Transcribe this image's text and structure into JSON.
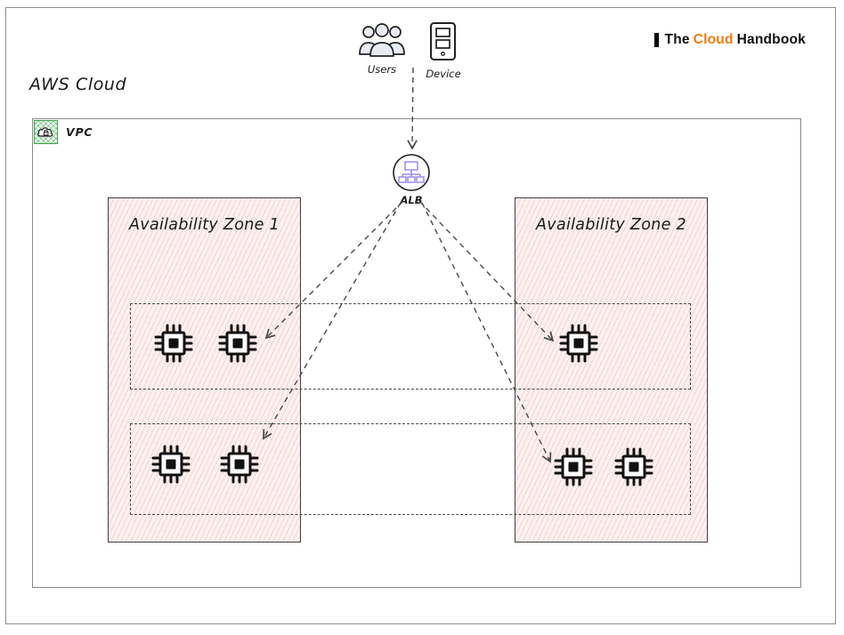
{
  "brand": {
    "prefix": "The",
    "highlight": "Cloud",
    "suffix": "Handbook",
    "highlight_color": "#f4790b"
  },
  "cloud": {
    "title": "AWS Cloud"
  },
  "vpc": {
    "label": "VPC",
    "icon_color": "#3aa64c"
  },
  "actors": {
    "users": {
      "label": "Users"
    },
    "device": {
      "label": "Device"
    }
  },
  "load_balancer": {
    "label": "ALB",
    "icon_color": "#9c8cf0"
  },
  "zones": [
    {
      "label": "Availability Zone 1"
    },
    {
      "label": "Availability Zone 2"
    }
  ],
  "subnet_rows": [
    {
      "position": "top",
      "az1_instance_count": 2,
      "az2_instance_count": 1
    },
    {
      "position": "bottom",
      "az1_instance_count": 2,
      "az2_instance_count": 2
    }
  ],
  "connections": {
    "users_device_to": "ALB",
    "alb_targets": [
      "az1-top-instances",
      "az1-bottom-instances",
      "az2-top-instances",
      "az2-bottom-instances"
    ],
    "line_style": "dashed"
  },
  "colors": {
    "az_fill": "#fdf0f0",
    "az_hatch": "#d67e7e",
    "dashed_line": "#4a4a4a"
  }
}
